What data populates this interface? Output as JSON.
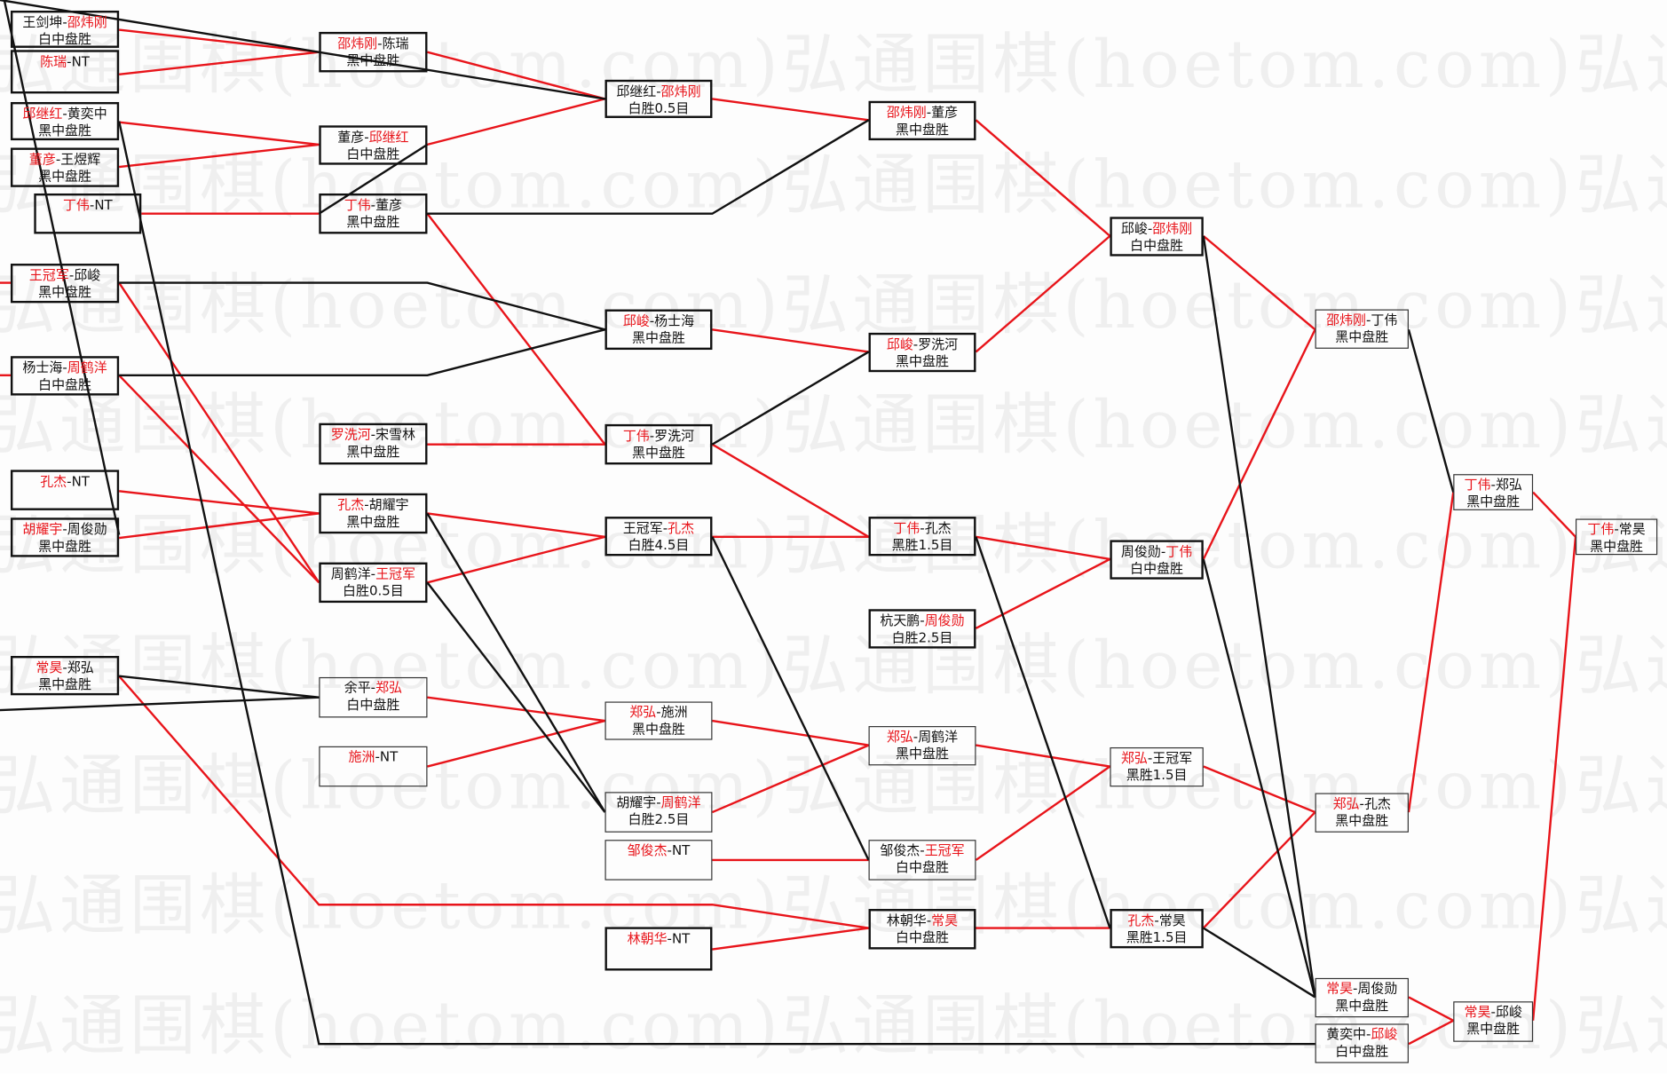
{
  "watermark": "弘通围棋(hoetom.com)",
  "colors": {
    "winner_line": "#e8141a",
    "loser_line": "#111111",
    "winner_name": "#e8141a"
  },
  "matches": {
    "A1": {
      "p1": "王剑坤",
      "p2": "邵炜刚",
      "red": 2,
      "result": "白中盘胜"
    },
    "A2": {
      "p1": "陈瑞",
      "p2": "NT",
      "red": 1,
      "result": ""
    },
    "A3": {
      "p1": "邱继红",
      "p2": "黄奕中",
      "red": 1,
      "result": "黑中盘胜"
    },
    "A4": {
      "p1": "董彦",
      "p2": "王煜辉",
      "red": 1,
      "result": "黑中盘胜"
    },
    "A5": {
      "p1": "丁伟",
      "p2": "NT",
      "red": 1,
      "result": ""
    },
    "A6": {
      "p1": "王冠军",
      "p2": "邱峻",
      "red": 1,
      "result": "黑中盘胜"
    },
    "A7": {
      "p1": "杨士海",
      "p2": "周鹤洋",
      "red": 2,
      "result": "白中盘胜"
    },
    "A8": {
      "p1": "孔杰",
      "p2": "NT",
      "red": 1,
      "result": ""
    },
    "A9": {
      "p1": "胡耀宇",
      "p2": "周俊勋",
      "red": 1,
      "result": "黑中盘胜"
    },
    "A10": {
      "p1": "常昊",
      "p2": "郑弘",
      "red": 1,
      "result": "黑中盘胜"
    },
    "B1": {
      "p1": "邵炜刚",
      "p2": "陈瑞",
      "red": 1,
      "result": "黑中盘胜"
    },
    "B2": {
      "p1": "董彦",
      "p2": "邱继红",
      "red": 2,
      "result": "白中盘胜"
    },
    "B3": {
      "p1": "丁伟",
      "p2": "董彦",
      "red": 1,
      "result": "黑中盘胜"
    },
    "B4": {
      "p1": "罗洗河",
      "p2": "宋雪林",
      "red": 1,
      "result": "黑中盘胜"
    },
    "B5": {
      "p1": "孔杰",
      "p2": "胡耀宇",
      "red": 1,
      "result": "黑中盘胜"
    },
    "B6": {
      "p1": "周鹤洋",
      "p2": "王冠军",
      "red": 2,
      "result": "白胜0.5目"
    },
    "B7": {
      "p1": "余平",
      "p2": "郑弘",
      "red": 2,
      "result": "白中盘胜"
    },
    "B8": {
      "p1": "施洲",
      "p2": "NT",
      "red": 1,
      "result": ""
    },
    "C1": {
      "p1": "邱继红",
      "p2": "邵炜刚",
      "red": 2,
      "result": "白胜0.5目"
    },
    "C2": {
      "p1": "邱峻",
      "p2": "杨士海",
      "red": 1,
      "result": "黑中盘胜"
    },
    "C3": {
      "p1": "丁伟",
      "p2": "罗洗河",
      "red": 1,
      "result": "黑中盘胜"
    },
    "C4": {
      "p1": "王冠军",
      "p2": "孔杰",
      "red": 2,
      "result": "白胜4.5目"
    },
    "C5": {
      "p1": "郑弘",
      "p2": "施洲",
      "red": 1,
      "result": "黑中盘胜"
    },
    "C6": {
      "p1": "胡耀宇",
      "p2": "周鹤洋",
      "red": 2,
      "result": "白胜2.5目"
    },
    "C7": {
      "p1": "邹俊杰",
      "p2": "NT",
      "red": 1,
      "result": ""
    },
    "C8": {
      "p1": "林朝华",
      "p2": "NT",
      "red": 1,
      "result": ""
    },
    "D1": {
      "p1": "邵炜刚",
      "p2": "董彦",
      "red": 1,
      "result": "黑中盘胜"
    },
    "D2": {
      "p1": "邱峻",
      "p2": "罗洗河",
      "red": 1,
      "result": "黑中盘胜"
    },
    "D3": {
      "p1": "丁伟",
      "p2": "孔杰",
      "red": 1,
      "result": "黑胜1.5目"
    },
    "D4": {
      "p1": "杭天鹏",
      "p2": "周俊勋",
      "red": 2,
      "result": "白胜2.5目"
    },
    "D5": {
      "p1": "郑弘",
      "p2": "周鹤洋",
      "red": 1,
      "result": "黑中盘胜"
    },
    "D6": {
      "p1": "邹俊杰",
      "p2": "王冠军",
      "red": 2,
      "result": "白中盘胜"
    },
    "D7": {
      "p1": "林朝华",
      "p2": "常昊",
      "red": 2,
      "result": "白中盘胜"
    },
    "E1": {
      "p1": "邱峻",
      "p2": "邵炜刚",
      "red": 2,
      "result": "白中盘胜"
    },
    "E2": {
      "p1": "周俊勋",
      "p2": "丁伟",
      "red": 2,
      "result": "白中盘胜"
    },
    "E3": {
      "p1": "郑弘",
      "p2": "王冠军",
      "red": 1,
      "result": "黑胜1.5目"
    },
    "E4": {
      "p1": "孔杰",
      "p2": "常昊",
      "red": 1,
      "result": "黑胜1.5目"
    },
    "F1": {
      "p1": "邵炜刚",
      "p2": "丁伟",
      "red": 1,
      "result": "黑中盘胜"
    },
    "F2": {
      "p1": "郑弘",
      "p2": "孔杰",
      "red": 1,
      "result": "黑中盘胜"
    },
    "F3": {
      "p1": "常昊",
      "p2": "周俊勋",
      "red": 1,
      "result": "黑中盘胜"
    },
    "F4": {
      "p1": "黄奕中",
      "p2": "邱峻",
      "red": 2,
      "result": "白中盘胜"
    },
    "G1": {
      "p1": "丁伟",
      "p2": "郑弘",
      "red": 1,
      "result": "黑中盘胜"
    },
    "G2": {
      "p1": "常昊",
      "p2": "邱峻",
      "red": 1,
      "result": "黑中盘胜"
    },
    "H1": {
      "p1": "丁伟",
      "p2": "常昊",
      "red": 1,
      "result": "黑中盘胜"
    }
  }
}
